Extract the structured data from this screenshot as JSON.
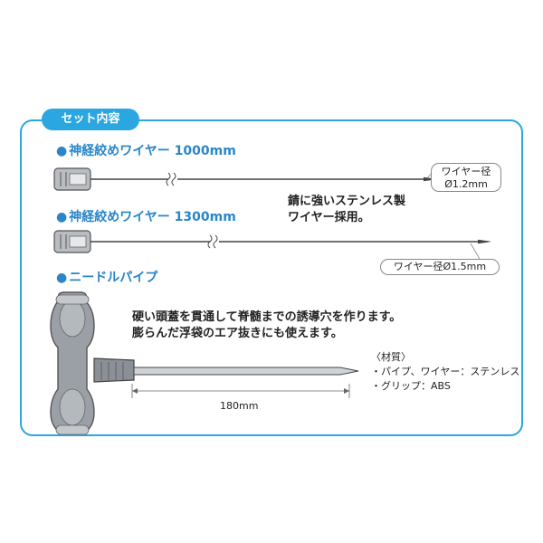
{
  "set_tab": "セット内容",
  "items": [
    {
      "bullet": "●",
      "label": "神経絞めワイヤー 1000mm"
    },
    {
      "bullet": "●",
      "label": "神経絞めワイヤー 1300mm"
    },
    {
      "bullet": "●",
      "label": "ニードルパイプ"
    }
  ],
  "callout_1000": {
    "line1": "ワイヤー径",
    "line2": "Ø1.2mm"
  },
  "callout_1300": "ワイヤー径Ø1.5mm",
  "stainless_note": {
    "line1": "錆に強いステンレス製",
    "line2": "ワイヤー採用。"
  },
  "needle_note": {
    "line1": "硬い頭蓋を貫通して脊髄までの誘導穴を作ります。",
    "line2": "膨らんだ浮袋のエア抜きにも使えます。"
  },
  "dimension": "180mm",
  "materials": {
    "title": "〈材質〉",
    "items": [
      "・パイプ、ワイヤー：ステンレス",
      "・グリップ：ABS"
    ]
  },
  "colors": {
    "accent": "#2aa6e0",
    "heading": "#2a86c8",
    "grip": "#9aa0a6"
  }
}
